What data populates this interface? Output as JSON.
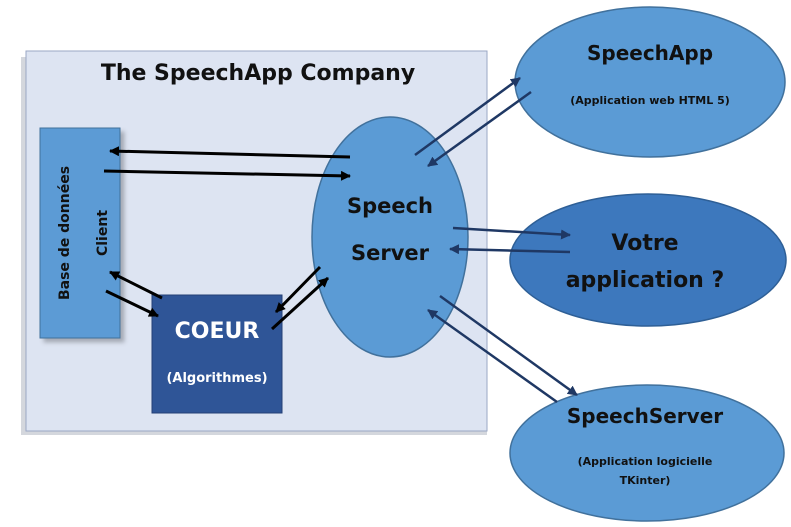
{
  "company": {
    "title": "The SpeechApp Company"
  },
  "database": {
    "line1": "Base de données",
    "line2": "Client"
  },
  "core": {
    "title": "COEUR",
    "subtitle": "(Algorithmes)"
  },
  "speech_server": {
    "line1": "Speech",
    "line2": "Server"
  },
  "speechapp": {
    "title": "SpeechApp",
    "subtitle": "(Application web HTML 5)"
  },
  "votre_app": {
    "line1": "Votre",
    "line2": "application ?"
  },
  "speechserver_app": {
    "title": "SpeechServer",
    "subtitle_line1": "(Application logicielle",
    "subtitle_line2": "TKinter)"
  },
  "colors": {
    "company_bg": "#dde4f2",
    "company_border": "#9aa7c4",
    "light_blue": "#5b9bd5",
    "mid_blue": "#3d78bd",
    "dark_blue": "#2f5597",
    "ellipse_stroke": "#41719c",
    "arrow_black": "#000000",
    "arrow_blue": "#1f3864",
    "text_dark": "#111111",
    "text_white": "#ffffff"
  }
}
